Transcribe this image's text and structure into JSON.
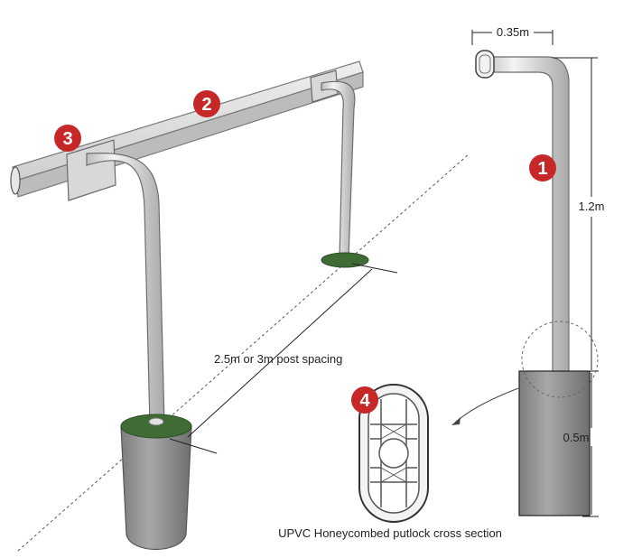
{
  "colors": {
    "badge_red": "#c62828",
    "rail_grey": "#c9c9c9",
    "pipe_grey": "#dedede",
    "concrete": "#8f8f8f",
    "grass": "#3f6b35"
  },
  "badges": [
    {
      "number": "1",
      "meaning": "post"
    },
    {
      "number": "2",
      "meaning": "rail"
    },
    {
      "number": "3",
      "meaning": "rail joint"
    },
    {
      "number": "4",
      "meaning": "cross section"
    }
  ],
  "dimensions": {
    "arm_width": "0.35m",
    "post_height": "1.2m",
    "footing_depth": "0.5m",
    "post_spacing": "2.5m or 3m post spacing"
  },
  "caption": "UPVC Honeycombed putlock cross section"
}
